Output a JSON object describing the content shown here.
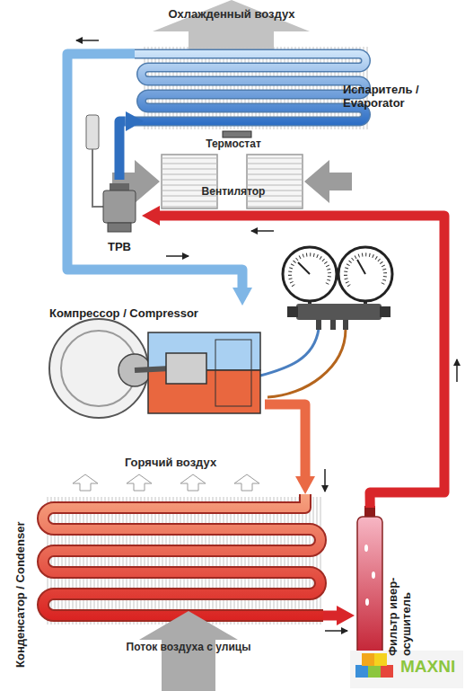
{
  "diagram": {
    "nodes": [
      {
        "text": [
          "Испаритель / Evaporator"
        ]
      },
      {
        "text": [
          "ТРВ"
        ]
      },
      {
        "text": [
          "Компрессор / Compressor"
        ]
      },
      {
        "text": [
          "Конденсатор / Condenser"
        ]
      },
      {
        "text": [
          "Фильтр ивер-осушитель"
        ]
      }
    ],
    "edges": [
      {
        "from": 0,
        "to": 2,
        "arrow": "to"
      },
      {
        "from": 2,
        "to": 3,
        "arrow": "to"
      },
      {
        "from": 3,
        "to": 4,
        "arrow": "to"
      },
      {
        "from": 4,
        "to": 1,
        "arrow": "to"
      },
      {
        "from": 1,
        "to": 0,
        "arrow": "to"
      }
    ],
    "labels": [
      "Охлажденный воздух",
      "Термостат",
      "Вентилятор",
      "Горячий воздух",
      "Поток воздуха с улицы",
      "MAXNI"
    ]
  }
}
